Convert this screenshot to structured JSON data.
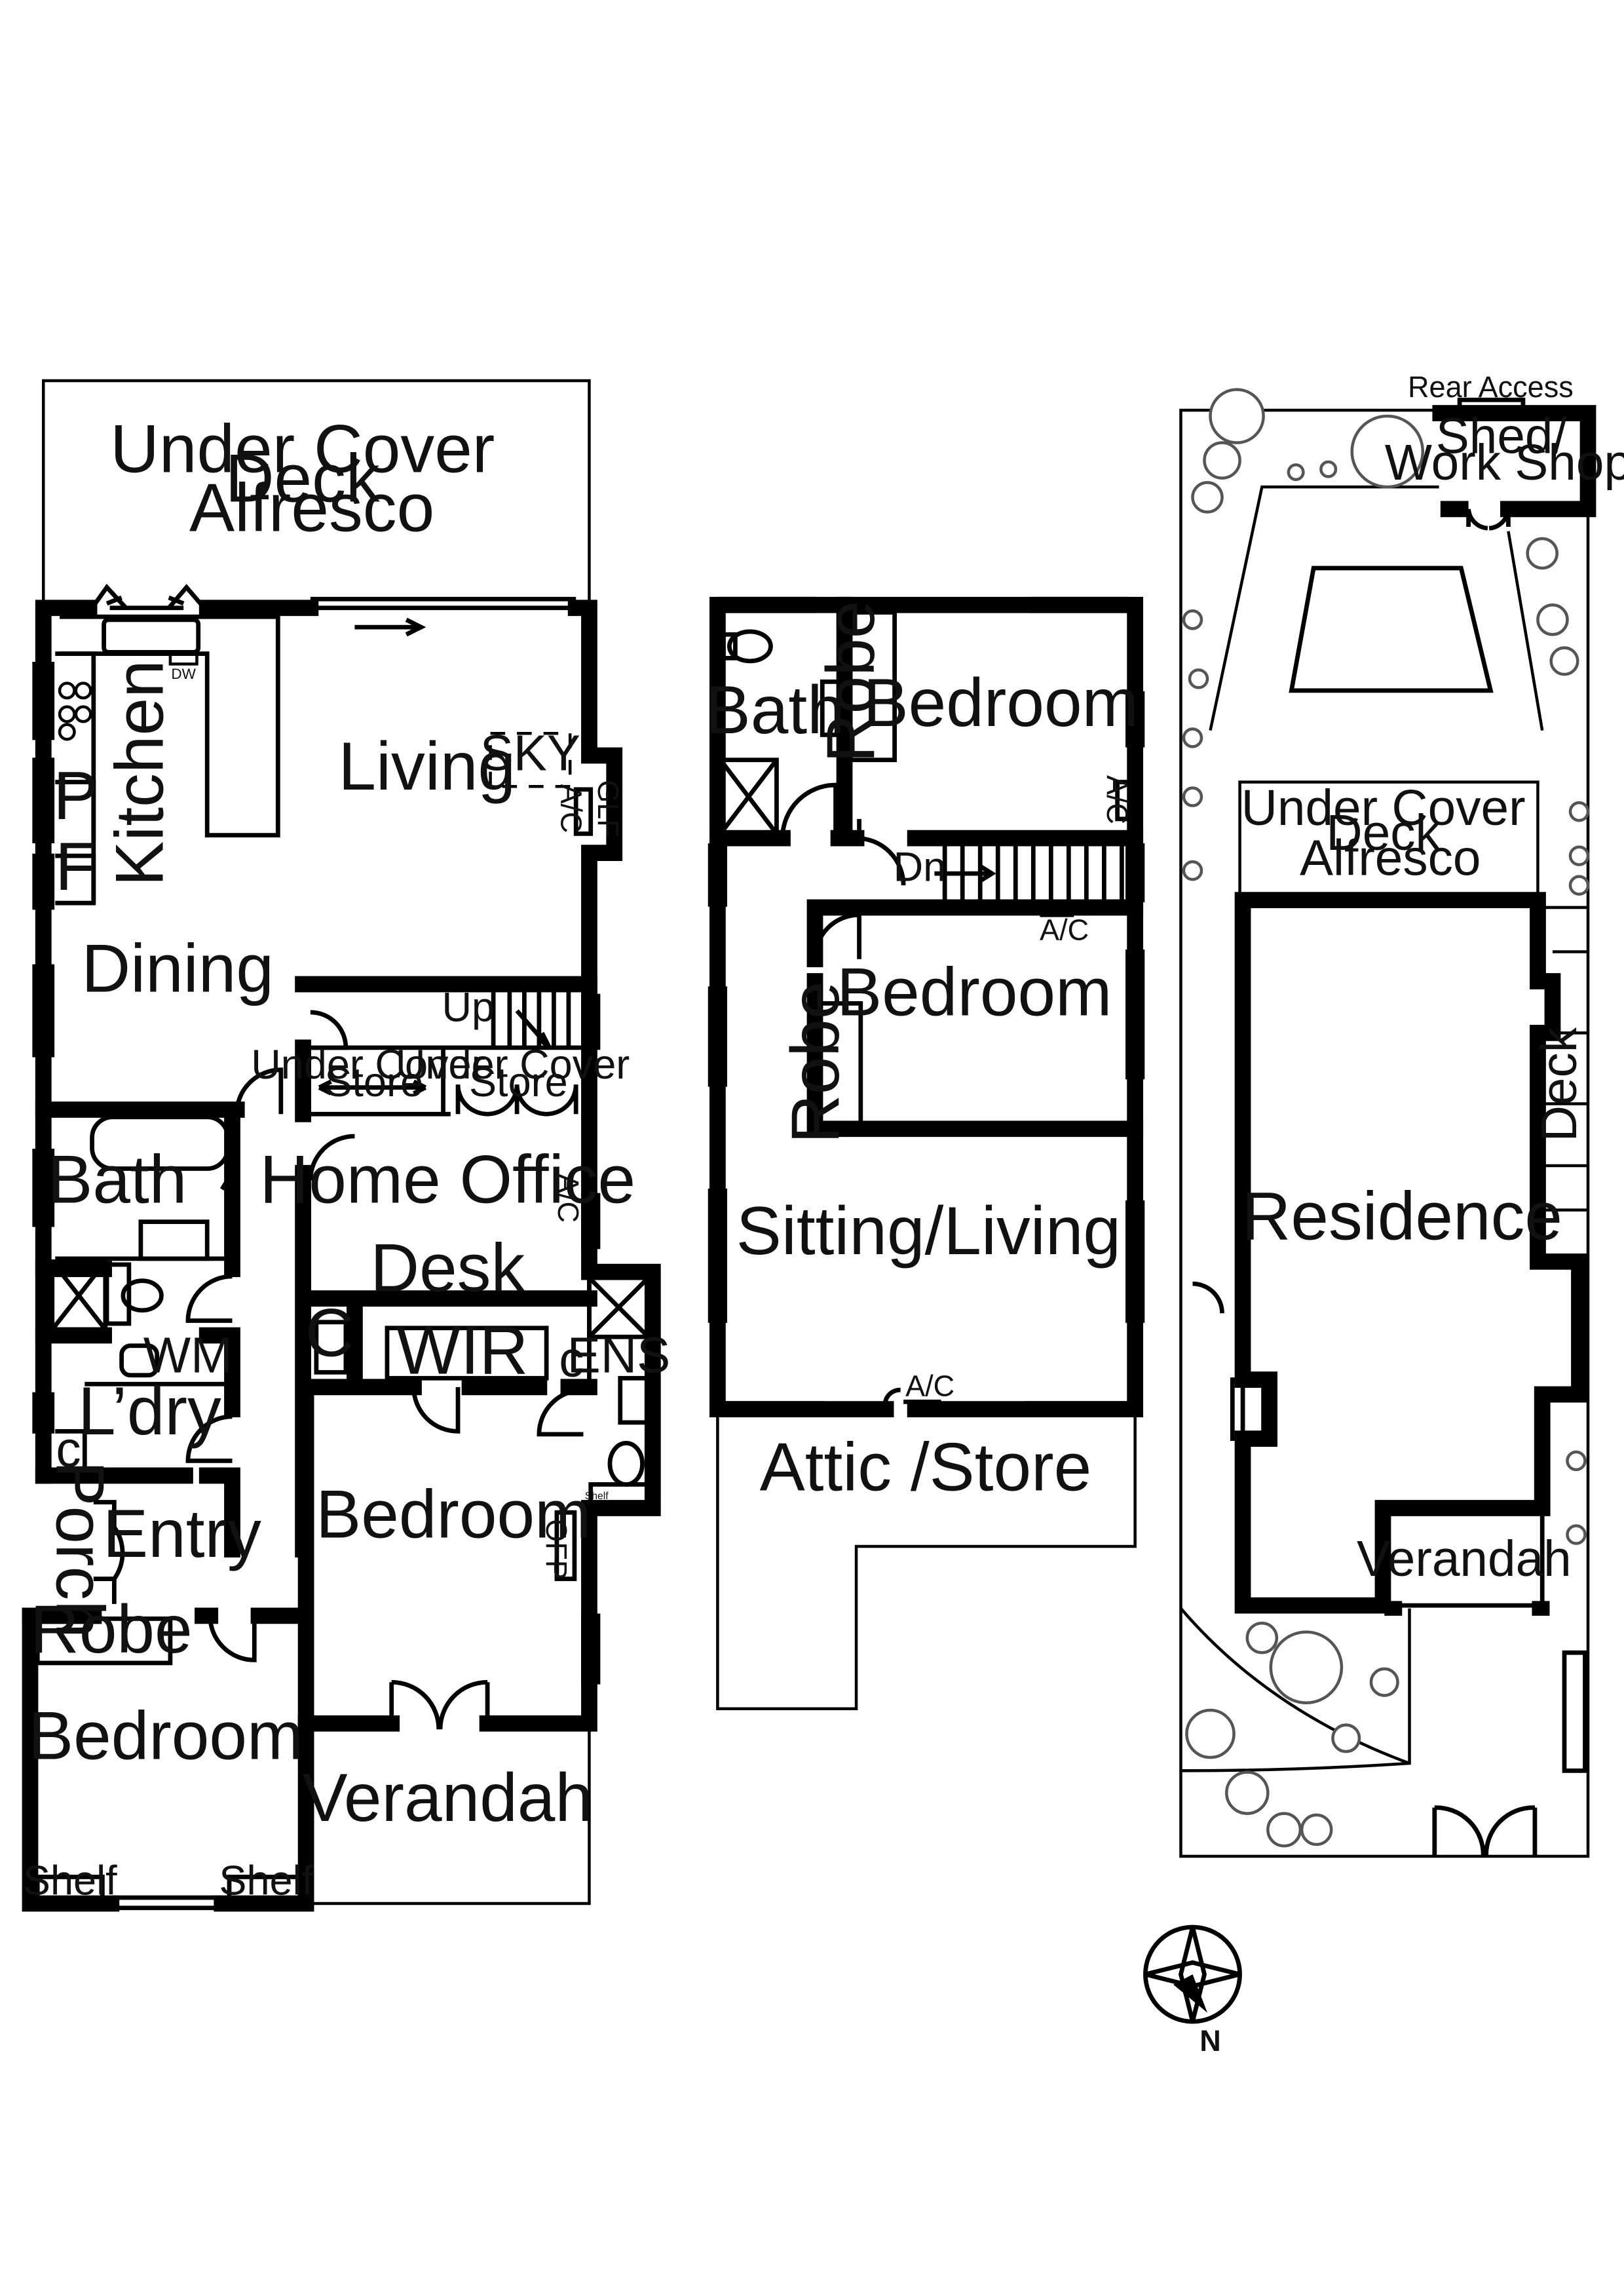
{
  "ground_floor": {
    "alfresco": "Under Cover\nDeck\nAlfresco",
    "kitchen": "Kitchen",
    "living": "Living",
    "sky": "SKY",
    "ac": "A/C",
    "glf": "GLF",
    "dw": "DW",
    "pantry": "P",
    "fridge": "F",
    "dining": "Dining",
    "up": "Up",
    "store1": "Under Cover\nStore",
    "store2": "Under Cover\nStore",
    "bath": "Bath",
    "home_office": "Home Office",
    "desk": "Desk",
    "cupboard": "C",
    "wir": "WIR",
    "ens": "ENS",
    "wm": "WM",
    "laundry": "L’dry",
    "cupboard_small": "c",
    "porch": "Porch",
    "entry": "Entry",
    "bedroom_main": "Bedroom",
    "ofp": "OFP",
    "shelf_mini": "Shelf",
    "robe": "Robe",
    "bedroom_front": "Bedroom",
    "shelf_left": "Shelf",
    "shelf_right": "Shelf",
    "verandah": "Verandah"
  },
  "first_floor": {
    "bath": "Bath",
    "robe_top": "Robe",
    "bedroom_top": "Bedroom",
    "ac_top": "A/C",
    "dn": "Dn",
    "ac_mid": "A/C",
    "robe_mid": "Robe",
    "bedroom_mid": "Bedroom",
    "sitting": "Sitting/Living",
    "ac_bottom": "A/C",
    "attic": "Attic /Store"
  },
  "site_plan": {
    "rear_access": "Rear Access",
    "shed": "Shed/\nWork Shop",
    "alfresco": "Under Cover\nDeck\nAlfresco",
    "deck": "Deck",
    "residence": "Residence",
    "verandah": "Verandah"
  },
  "compass": {
    "north": "N"
  }
}
